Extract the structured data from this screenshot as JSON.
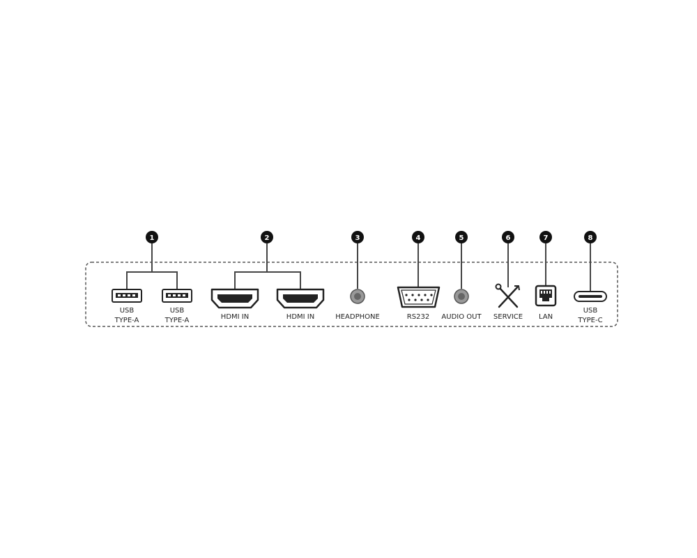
{
  "callouts": [
    "1",
    "2",
    "3",
    "4",
    "5",
    "6",
    "7",
    "8"
  ],
  "ports": {
    "usb_a_1": [
      "USB",
      "TYPE-A"
    ],
    "usb_a_2": [
      "USB",
      "TYPE-A"
    ],
    "hdmi_1": "HDMI IN",
    "hdmi_2": "HDMI IN",
    "headphone": "HEADPHONE",
    "rs232": "RS232",
    "audio_out": "AUDIO OUT",
    "service": "SERVICE",
    "lan": "LAN",
    "usb_c": [
      "USB",
      "TYPE-C"
    ]
  },
  "icons": [
    "usb-a-icon",
    "hdmi-icon",
    "audio-jack-icon",
    "serial-port-icon",
    "tools-icon",
    "ethernet-icon",
    "usb-c-icon"
  ],
  "colors": {
    "badge": "#111111",
    "line": "#444444",
    "text": "#222222"
  }
}
